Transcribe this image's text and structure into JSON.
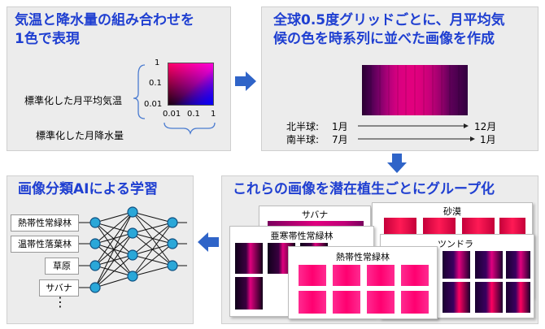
{
  "panel1": {
    "title": "気温と降水量の組み合わせを\n1色で表現",
    "y_label": "標準化した月平均気温",
    "x_label": "標準化した月降水量",
    "y_ticks": [
      "1",
      "0.1",
      "0.01"
    ],
    "x_ticks": [
      "0.01",
      "0.1",
      "1"
    ]
  },
  "panel2": {
    "title": "全球0.5度グリッドごとに、月平均気\n候の色を時系列に並べた画像を作成",
    "rows": [
      {
        "label": "北半球:",
        "start": "1月",
        "end": "12月"
      },
      {
        "label": "南半球:",
        "start": "7月",
        "end": "1月"
      }
    ]
  },
  "panel3": {
    "title": "これらの画像を潜在植生ごとにグループ化",
    "groups": [
      "サバナ",
      "砂漠",
      "亜寒帯性常緑林",
      "ツンドラ",
      "熱帯性常緑林"
    ]
  },
  "panel4": {
    "title": "画像分類AIによる学習",
    "classes": [
      "熱帯性常緑林",
      "温帯性落葉林",
      "草原",
      "サバナ"
    ],
    "ellipsis": "⋮"
  },
  "colors": {
    "title": "#1f3fd1",
    "arrow": "#2f64c8",
    "node": "#2aa7d8",
    "panel_bg": "#ececec",
    "magenta": "#e0007a",
    "dark_purple": "#2a0032"
  }
}
